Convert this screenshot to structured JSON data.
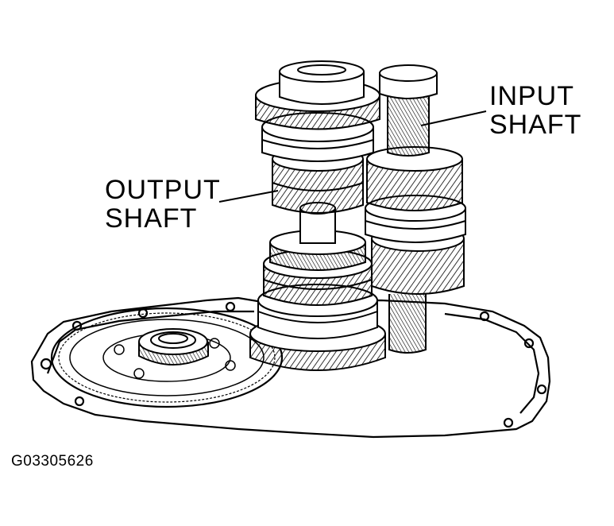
{
  "labels": {
    "input_shaft": [
      "INPUT",
      "SHAFT"
    ],
    "output_shaft": [
      "OUTPUT",
      "SHAFT"
    ]
  },
  "figure_id": "G03305626",
  "colors": {
    "ink": "#000000",
    "paper": "#ffffff"
  }
}
